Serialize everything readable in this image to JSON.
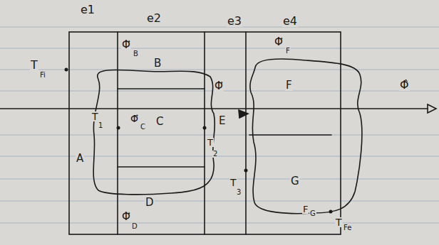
{
  "diagram": {
    "labels": [
      "e1",
      "e2",
      "e3",
      "e4",
      "T",
      "Fi",
      "Φ⃗",
      "B",
      "B",
      "Φ⃗",
      "Φ⃗",
      "F",
      "F",
      "Φ̂",
      "T",
      "1",
      "Φ⃗",
      "C",
      "C",
      "E",
      "T",
      "2",
      "A",
      "T",
      "3",
      "G",
      "D",
      "Φ⃗",
      "D",
      "F",
      "G",
      "T",
      "Fe"
    ]
  }
}
